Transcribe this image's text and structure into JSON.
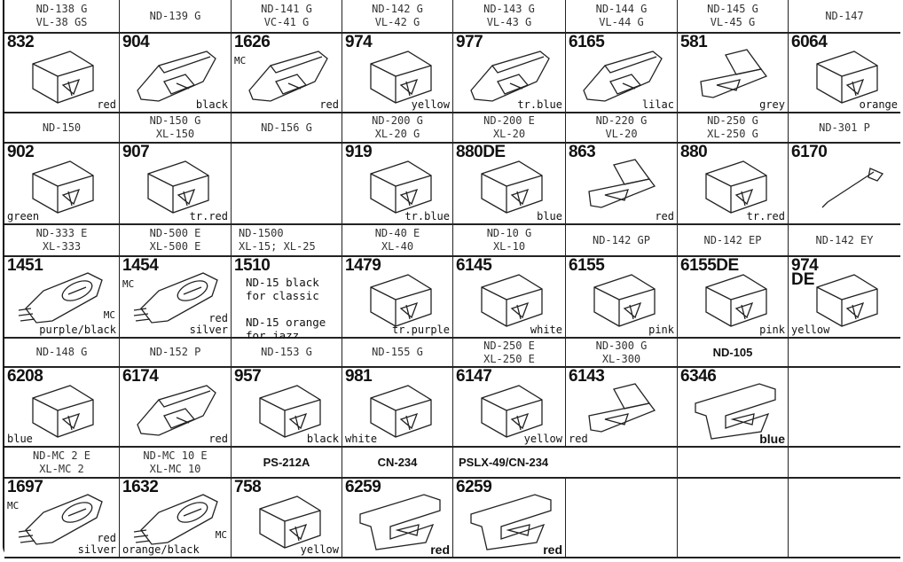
{
  "rows": [
    {
      "headers": [
        {
          "lines": [
            "ND-138 G",
            "VL-38 GS"
          ]
        },
        {
          "lines": [
            "ND-139 G"
          ]
        },
        {
          "lines": [
            "ND-141 G",
            "VC-41 G"
          ]
        },
        {
          "lines": [
            "ND-142 G",
            "VL-42 G"
          ]
        },
        {
          "lines": [
            "ND-143 G",
            "VL-43 G"
          ]
        },
        {
          "lines": [
            "ND-144 G",
            "VL-44 G"
          ]
        },
        {
          "lines": [
            "ND-145 G",
            "VL-45 G"
          ]
        },
        {
          "lines": [
            "ND-147"
          ]
        }
      ],
      "cells": [
        {
          "number": "832",
          "color": "red",
          "icon": "stylus-box-icon"
        },
        {
          "number": "904",
          "color": "black",
          "icon": "stylus-long-icon"
        },
        {
          "number": "1626",
          "mc": "MC",
          "color": "red",
          "icon": "stylus-long-icon"
        },
        {
          "number": "974",
          "color": "yellow",
          "icon": "stylus-box-icon"
        },
        {
          "number": "977",
          "color": "tr.blue",
          "icon": "stylus-long-icon"
        },
        {
          "number": "6165",
          "color": "lilac",
          "icon": "stylus-long-icon"
        },
        {
          "number": "581",
          "color": "grey",
          "icon": "stylus-wedge-icon"
        },
        {
          "number": "6064",
          "color": "orange",
          "icon": "stylus-box-icon"
        }
      ]
    },
    {
      "headers": [
        {
          "lines": [
            "ND-150"
          ]
        },
        {
          "lines": [
            "ND-150 G",
            "XL-150"
          ]
        },
        {
          "lines": [
            "ND-156 G"
          ]
        },
        {
          "lines": [
            "ND-200 G",
            "XL-20 G"
          ]
        },
        {
          "lines": [
            "ND-200 E",
            "XL-20"
          ]
        },
        {
          "lines": [
            "ND-220 G",
            "VL-20"
          ]
        },
        {
          "lines": [
            "ND-250 G",
            "XL-250 G"
          ]
        },
        {
          "lines": [
            "ND-301 P"
          ]
        }
      ],
      "cells": [
        {
          "number": "902",
          "color": "green",
          "color_left": true,
          "icon": "stylus-box-icon"
        },
        {
          "number": "907",
          "color": "tr.red",
          "icon": "stylus-box-icon"
        },
        {},
        {
          "number": "919",
          "color": "tr.blue",
          "icon": "stylus-box-icon"
        },
        {
          "number": "880DE",
          "color": "blue",
          "icon": "stylus-box-icon"
        },
        {
          "number": "863",
          "color": "red",
          "icon": "stylus-wedge-icon"
        },
        {
          "number": "880",
          "color": "tr.red",
          "icon": "stylus-box-icon"
        },
        {
          "number": "6170",
          "icon": "stylus-needle-icon"
        }
      ]
    },
    {
      "headers": [
        {
          "lines": [
            "ND-333 E",
            "XL-333"
          ]
        },
        {
          "lines": [
            "ND-500 E",
            "XL-500 E"
          ]
        },
        {
          "lines": [
            "ND-1500",
            "XL-15; XL-25"
          ],
          "left": true
        },
        {
          "lines": [
            "ND-40 E",
            "XL-40"
          ]
        },
        {
          "lines": [
            "ND-10 G",
            "XL-10"
          ]
        },
        {
          "lines": [
            "ND-142 GP"
          ]
        },
        {
          "lines": [
            "ND-142 EP"
          ]
        },
        {
          "lines": [
            "ND-142 EY"
          ]
        }
      ],
      "cells": [
        {
          "number": "1451",
          "mc": "MC",
          "mc_pos": "right",
          "color": "purple/black",
          "icon": "stylus-mc-icon"
        },
        {
          "number": "1454",
          "mc": "MC",
          "color": "red\nsilver",
          "icon": "stylus-mc-icon"
        },
        {
          "number": "1510",
          "notes": [
            "ND-15 black",
            "for classic",
            "",
            "ND-15 orange",
            "for jazz"
          ]
        },
        {
          "number": "1479",
          "color": "tr.purple",
          "icon": "stylus-box-icon"
        },
        {
          "number": "6145",
          "color": "white",
          "icon": "stylus-box-icon"
        },
        {
          "number": "6155",
          "color": "pink",
          "icon": "stylus-box-icon"
        },
        {
          "number": "6155DE",
          "color": "pink",
          "icon": "stylus-box-icon"
        },
        {
          "number": "974",
          "number2": "DE",
          "color": "yellow",
          "color_left": true,
          "icon": "stylus-box-icon"
        }
      ]
    },
    {
      "headers": [
        {
          "lines": [
            "ND-148 G"
          ]
        },
        {
          "lines": [
            "ND-152 P"
          ]
        },
        {
          "lines": [
            "ND-153 G"
          ]
        },
        {
          "lines": [
            "ND-155 G"
          ]
        },
        {
          "lines": [
            "ND-250 E",
            "XL-250 E"
          ]
        },
        {
          "lines": [
            "ND-300 G",
            "XL-300"
          ]
        },
        {
          "lines": [
            "ND-105"
          ],
          "bold": true
        },
        {
          "lines": []
        }
      ],
      "cells": [
        {
          "number": "6208",
          "color": "blue",
          "color_left": true,
          "icon": "stylus-box-icon"
        },
        {
          "number": "6174",
          "color": "red",
          "icon": "stylus-long-icon"
        },
        {
          "number": "957",
          "color": "black",
          "icon": "stylus-box-icon"
        },
        {
          "number": "981",
          "color": "white",
          "color_left": true,
          "icon": "stylus-box-icon"
        },
        {
          "number": "6147",
          "color": "yellow",
          "icon": "stylus-box-icon"
        },
        {
          "number": "6143",
          "color": "red",
          "color_left": true,
          "icon": "stylus-wedge-icon"
        },
        {
          "number": "6346",
          "color": "blue",
          "color_bold": true,
          "icon": "stylus-frame-icon"
        },
        {}
      ]
    },
    {
      "headers": [
        {
          "lines": [
            "ND-MC 2 E",
            "XL-MC 2"
          ]
        },
        {
          "lines": [
            "ND-MC 10 E",
            "XL-MC 10"
          ]
        },
        {
          "lines": [
            "PS-212A"
          ],
          "bold": true
        },
        {
          "lines": [
            "CN-234"
          ],
          "bold": true
        },
        {
          "lines": [
            "PSLX-49/CN-234"
          ],
          "bold": true,
          "span": 2
        },
        {
          "lines": []
        },
        {
          "lines": []
        }
      ],
      "cells": [
        {
          "number": "1697",
          "mc": "MC",
          "color": "red\nsilver",
          "icon": "stylus-mc-icon"
        },
        {
          "number": "1632",
          "mc": "MC",
          "mc_pos": "right",
          "color": "orange/black",
          "color_left": true,
          "icon": "stylus-mc-icon"
        },
        {
          "number": "758",
          "color": "yellow",
          "icon": "stylus-box-icon"
        },
        {
          "number": "6259",
          "color": "red",
          "color_bold": true,
          "icon": "stylus-frame-icon"
        },
        {
          "number": "6259",
          "color": "red",
          "color_bold": true,
          "icon": "stylus-frame-icon"
        },
        {},
        {},
        {}
      ]
    }
  ]
}
